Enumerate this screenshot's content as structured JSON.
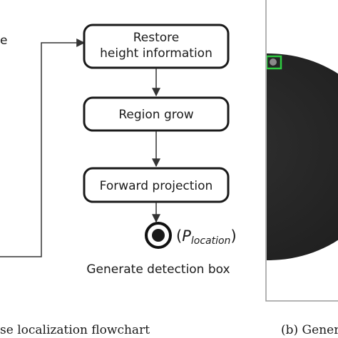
{
  "flowchart": {
    "partial_left_label": "e",
    "nodes": [
      {
        "id": "restore",
        "lines": [
          "Restore",
          "height information"
        ]
      },
      {
        "id": "grow",
        "lines": [
          "Region grow"
        ]
      },
      {
        "id": "project",
        "lines": [
          "Forward projection"
        ]
      }
    ],
    "end_node": {
      "label_open": "(",
      "label_main": "P",
      "label_sub": "location",
      "label_close": ")",
      "caption": "Generate detection box"
    },
    "caption_left": "se localization flowchart"
  },
  "image_panel": {
    "caption": "(b) Gener",
    "colors": {
      "frame": "#9a9a9a",
      "disc": "#262626",
      "detection_box": "#2ecc40"
    }
  }
}
